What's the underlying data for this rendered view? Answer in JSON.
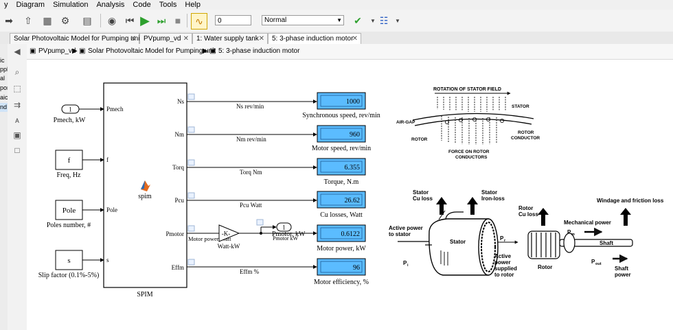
{
  "menu": [
    "y",
    "Diagram",
    "Simulation",
    "Analysis",
    "Code",
    "Tools",
    "Help"
  ],
  "toolbar": {
    "stop_time": "0",
    "sim_mode": "Normal"
  },
  "tabs": [
    "Solar Photovoltaic Model for Pumping unit",
    "PVpump_vd",
    "1: Water supply tank",
    "5: 3-phase induction motor"
  ],
  "left_panel_fragments": [
    "ic",
    "ppl",
    "al",
    "por",
    "aic",
    "nd"
  ],
  "breadcrumb": [
    "PVpump_vd",
    "Solar Photovoltaic Model for Pumping unit",
    "5: 3-phase induction motor"
  ],
  "inputs": [
    {
      "block": "1",
      "label": "Pmech, kW"
    },
    {
      "block": "f",
      "label": "Freq, Hz"
    },
    {
      "block": "Pole",
      "label": "Poles number, #"
    },
    {
      "block": "s",
      "label": "Slip factor (0.1%-5%)"
    }
  ],
  "spim": {
    "name": "SPIM",
    "center_label": "spim",
    "in_ports": [
      "Pmech",
      "f",
      "Pole",
      "s"
    ],
    "out_ports": [
      "Ns",
      "Nm",
      "Torq",
      "Pcu",
      "Pmotor",
      "Effm"
    ]
  },
  "signals": [
    "Ns rev/min",
    "Nm rev/min",
    "Torq Nm",
    "Pcu Watt",
    "Motor power Watt",
    "Effm %"
  ],
  "gain": {
    "text": "-K-",
    "label": "Watt-kW"
  },
  "outport": {
    "number": "1",
    "label": "Pmotor, kW",
    "signal": "Pmotor kW"
  },
  "displays": [
    {
      "value": "1000",
      "label": "Synchronous speed, rev/min"
    },
    {
      "value": "960",
      "label": "Motor speed, rev/min"
    },
    {
      "value": "6.355",
      "label": "Torque, N.m"
    },
    {
      "value": "26.62",
      "label": "Cu losses, Watt"
    },
    {
      "value": "0.6122",
      "label": "Motor power, kW"
    },
    {
      "value": "96",
      "label": "Motor efficiency, %"
    }
  ],
  "diagram_top": {
    "rotation": "ROTATION OF STATOR FIELD",
    "stator": "STATOR",
    "airgap": "AIR-GAP",
    "rotor": "ROTOR",
    "rotor_conductor_1": "ROTOR",
    "rotor_conductor_2": "CONDUCTOR",
    "force_1": "FORCE ON ROTOR",
    "force_2": "CONDUCTORS"
  },
  "diagram_bottom": {
    "stator_cu_1": "Stator",
    "stator_cu_2": "Cu loss",
    "stator_iron_1": "Stator",
    "stator_iron_2": "Iron-loss",
    "rotor_cu_1": "Rotor",
    "rotor_cu_2": "Cu loss",
    "windage": "Windage and friction loss",
    "active_power_1": "Active power",
    "active_power_2": "to stator",
    "stator": "Stator",
    "supplied_1": "Active",
    "supplied_2": "power",
    "supplied_3": "supplied",
    "supplied_4": "to rotor",
    "pi": "P",
    "pi_sub": "i",
    "pr": "P",
    "pr_sub": "r",
    "mech_power": "Mechanical power",
    "pm": "P",
    "pm_sub": "m",
    "shaft": "Shaft",
    "rotor": "Rotor",
    "pout": "P",
    "pout_sub": "out",
    "shaft_power_1": "Shaft",
    "shaft_power_2": "power"
  },
  "colors": {
    "display_bg": "#5bbcff",
    "canvas": "#ffffff",
    "toolbar": "#f3f3f3"
  }
}
